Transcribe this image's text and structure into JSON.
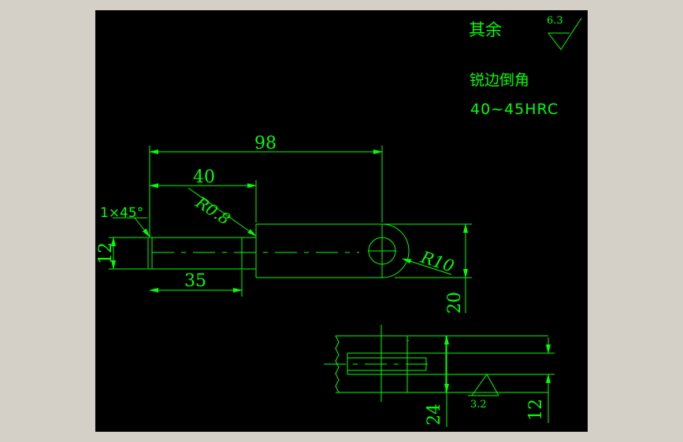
{
  "drawing": {
    "notes": {
      "roughness_rest_label": "其余",
      "roughness_rest_value": "6.3",
      "edge_note": "锐边倒角",
      "hardness_note": "40~45HRC",
      "roughness_local_value": "3.2"
    },
    "dimensions": {
      "overall_length": "98",
      "step_length": "40",
      "fillet_radius": "R0.8",
      "chamfer": "1×45°",
      "shank_diameter": "12",
      "shank_length": "35",
      "eye_radius": "R10",
      "eye_width": "20",
      "slot_height": "24",
      "slot_thickness": "12"
    },
    "colors": {
      "background": "#000000",
      "line": "#00ff00",
      "window": "#d4d0c8"
    }
  }
}
